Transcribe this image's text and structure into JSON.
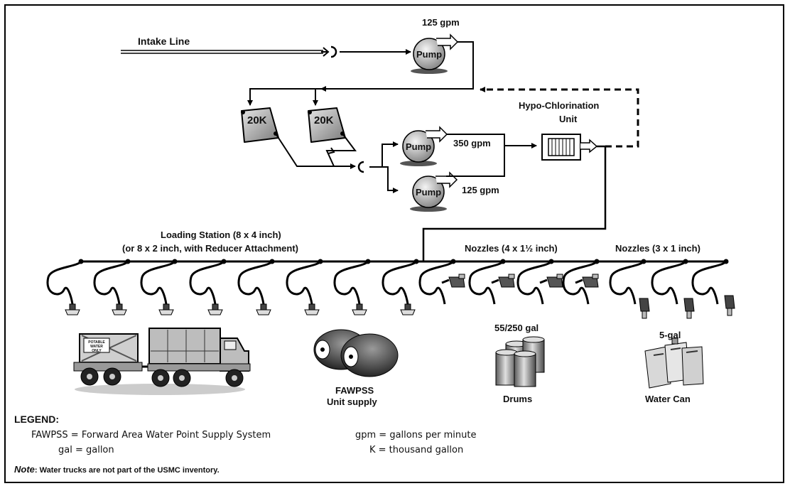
{
  "intake_label": "Intake Line",
  "pump_label": "Pump",
  "bladder_label": "20K",
  "flow_top": "125 gpm",
  "flow_mid": "350 gpm",
  "flow_low": "125 gpm",
  "chlorination_label_1": "Hypo-Chlorination",
  "chlorination_label_2": "Unit",
  "loading_station_1": "Loading Station (8 x 4 inch)",
  "loading_station_2": "(or 8 x 2 inch, with Reducer Attachment)",
  "nozzles_mid": "Nozzles (4 x 1½ inch)",
  "nozzles_right": "Nozzles (3 x 1 inch)",
  "truck_text_1": "POTABLE",
  "truck_text_2": "WATER",
  "truck_text_3": "ONLY",
  "fawpss_1": "FAWPSS",
  "fawpss_2": "Unit supply",
  "drums_cap": "55/250 gal",
  "drums_label": "Drums",
  "can_cap": "5-gal",
  "can_label": "Water Can",
  "legend_title": "LEGEND:",
  "legend_1": "FAWPSS = Forward Area Water Point Supply System",
  "legend_2": "gal = gallon",
  "legend_3": "gpm = gallons per minute",
  "legend_4": "K = thousand gallon",
  "note_label": "Note",
  "note_text": ":  Water trucks are not part of the USMC inventory."
}
